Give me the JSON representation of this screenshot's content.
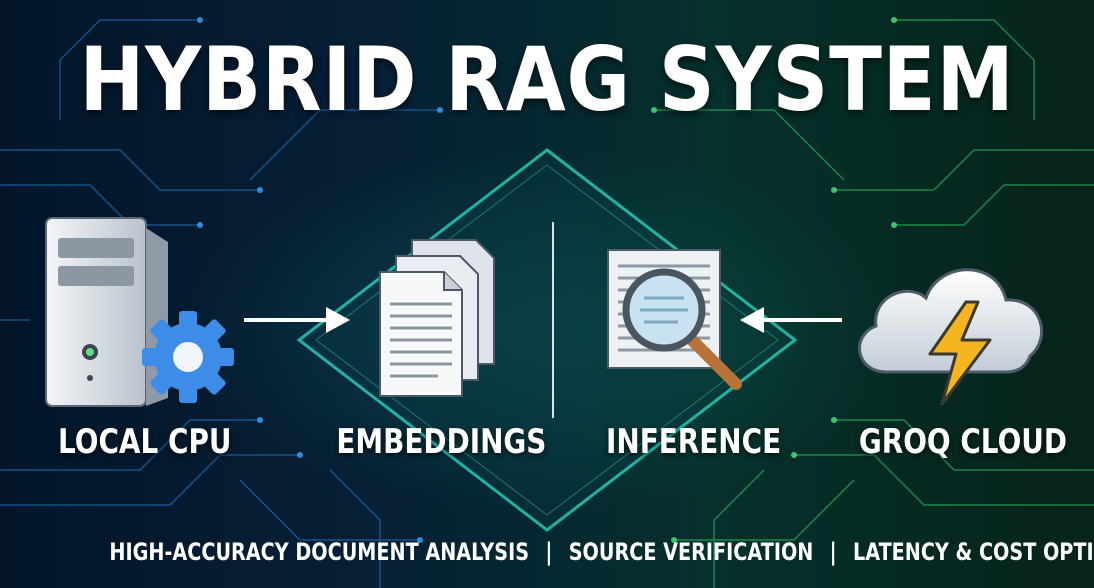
{
  "title": "HYBRID RAG SYSTEM",
  "nodes": [
    {
      "label": "LOCAL CPU",
      "icon": "server-gear-icon"
    },
    {
      "label": "EMBEDDINGS",
      "icon": "documents-stack-icon"
    },
    {
      "label": "INFERENCE",
      "icon": "document-magnifier-icon"
    },
    {
      "label": "GROQ CLOUD",
      "icon": "cloud-lightning-icon"
    }
  ],
  "footer": {
    "items": [
      "HIGH-ACCURACY DOCUMENT ANALYSIS",
      "SOURCE VERIFICATION",
      "LATENCY & COST OPTIMIZED"
    ],
    "separator": "|"
  },
  "colors": {
    "accent_blue": "#2f8fe8",
    "accent_green": "#3fd46a",
    "lightning": "#f5b521",
    "text": "#ffffff"
  }
}
